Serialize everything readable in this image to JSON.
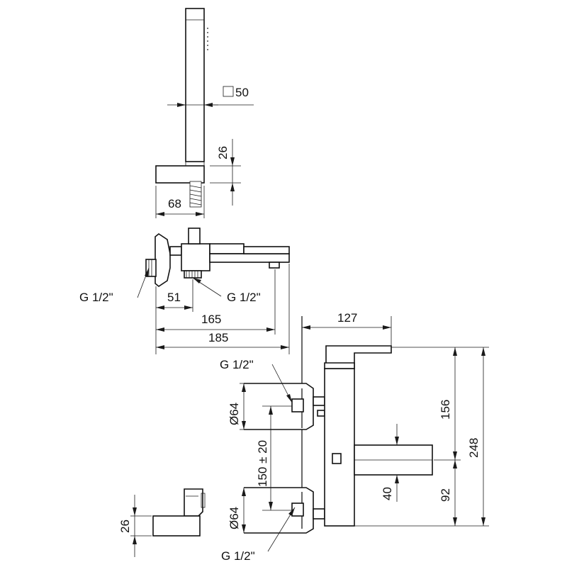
{
  "labels": {
    "square50": "50",
    "dim26_top": "26",
    "dim68": "68",
    "g12_left": "G 1/2\"",
    "g12_mid": "G 1/2\"",
    "dim51": "51",
    "dim165": "165",
    "dim185": "185",
    "dim127": "127",
    "g12_side_top": "G 1/2\"",
    "dia64_top": "Ø64",
    "dim150": "150 ± 20",
    "dim156": "156",
    "dim248": "248",
    "dim40": "40",
    "dim92": "92",
    "dia64_bottom": "Ø64",
    "dim26_bottom": "26",
    "g12_side_bottom": "G 1/2\""
  }
}
